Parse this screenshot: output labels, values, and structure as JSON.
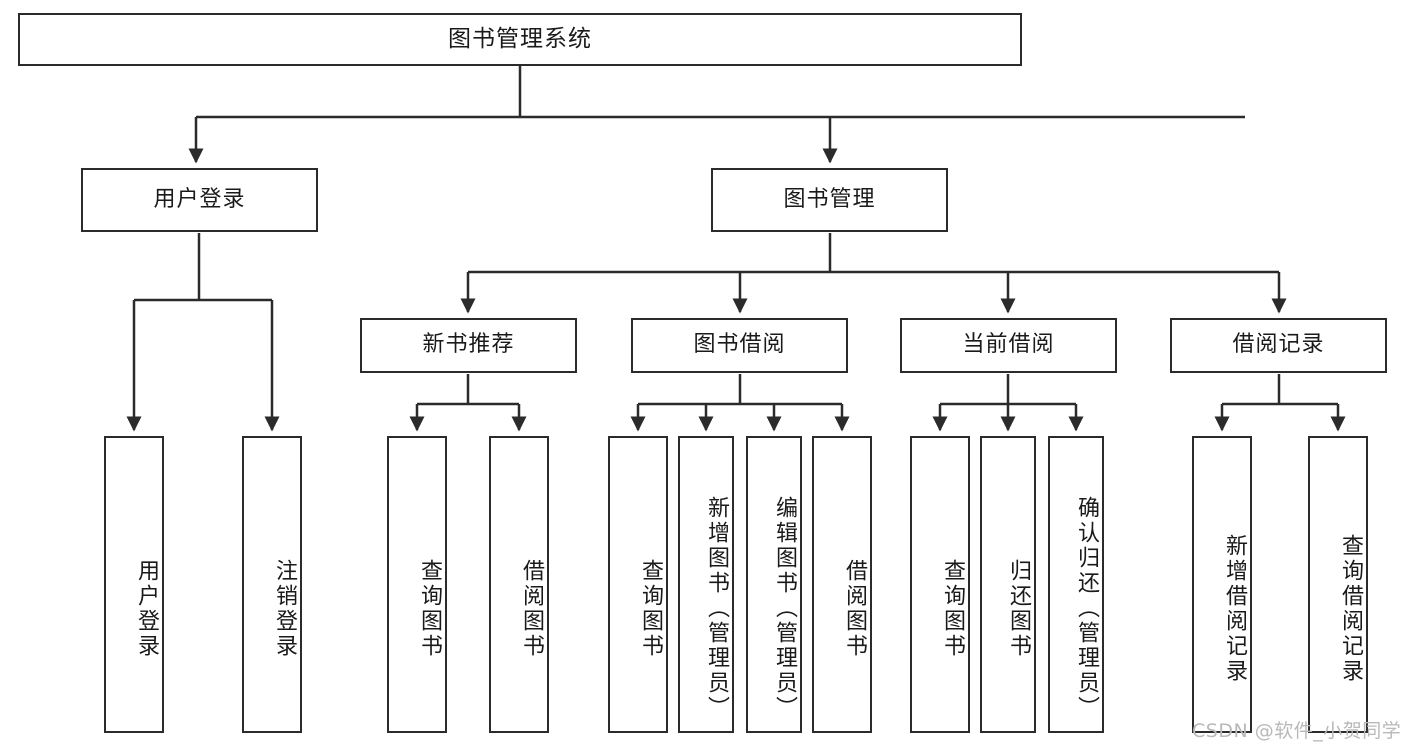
{
  "diagram": {
    "type": "tree-hierarchy",
    "title": "图书管理系统",
    "watermark": "CSDN @软件_小贺同学",
    "colors": {
      "stroke": "#2b2b2b",
      "fill": "#ffffff",
      "text": "#1a1a1a",
      "watermark": "#b9b9b9"
    },
    "levels": {
      "root": {
        "label": "图书管理系统"
      },
      "level1": [
        {
          "label": "用户登录"
        },
        {
          "label": "图书管理"
        }
      ],
      "level2": [
        {
          "label": "新书推荐"
        },
        {
          "label": "图书借阅"
        },
        {
          "label": "当前借阅"
        },
        {
          "label": "借阅记录"
        }
      ],
      "leaves": [
        {
          "label": "用户登录"
        },
        {
          "label": "注销登录"
        },
        {
          "label": "查询图书"
        },
        {
          "label": "借阅图书"
        },
        {
          "label": "查询图书"
        },
        {
          "label": "新增图书（管理员）"
        },
        {
          "label": "编辑图书（管理员）"
        },
        {
          "label": "借阅图书"
        },
        {
          "label": "查询图书"
        },
        {
          "label": "归还图书"
        },
        {
          "label": "确认归还（管理员）"
        },
        {
          "label": "新增借阅记录"
        },
        {
          "label": "查询借阅记录"
        }
      ]
    },
    "tree": {
      "node": "图书管理系统",
      "children": [
        {
          "node": "用户登录",
          "children": [
            {
              "node": "用户登录"
            },
            {
              "node": "注销登录"
            }
          ]
        },
        {
          "node": "图书管理",
          "children": [
            {
              "node": "新书推荐",
              "children": [
                {
                  "node": "查询图书"
                },
                {
                  "node": "借阅图书"
                }
              ]
            },
            {
              "node": "图书借阅",
              "children": [
                {
                  "node": "查询图书"
                },
                {
                  "node": "新增图书（管理员）"
                },
                {
                  "node": "编辑图书（管理员）"
                },
                {
                  "node": "借阅图书"
                }
              ]
            },
            {
              "node": "当前借阅",
              "children": [
                {
                  "node": "查询图书"
                },
                {
                  "node": "归还图书"
                },
                {
                  "node": "确认归还（管理员）"
                }
              ]
            },
            {
              "node": "借阅记录",
              "children": [
                {
                  "node": "新增借阅记录"
                },
                {
                  "node": "查询借阅记录"
                }
              ]
            }
          ]
        }
      ]
    }
  }
}
